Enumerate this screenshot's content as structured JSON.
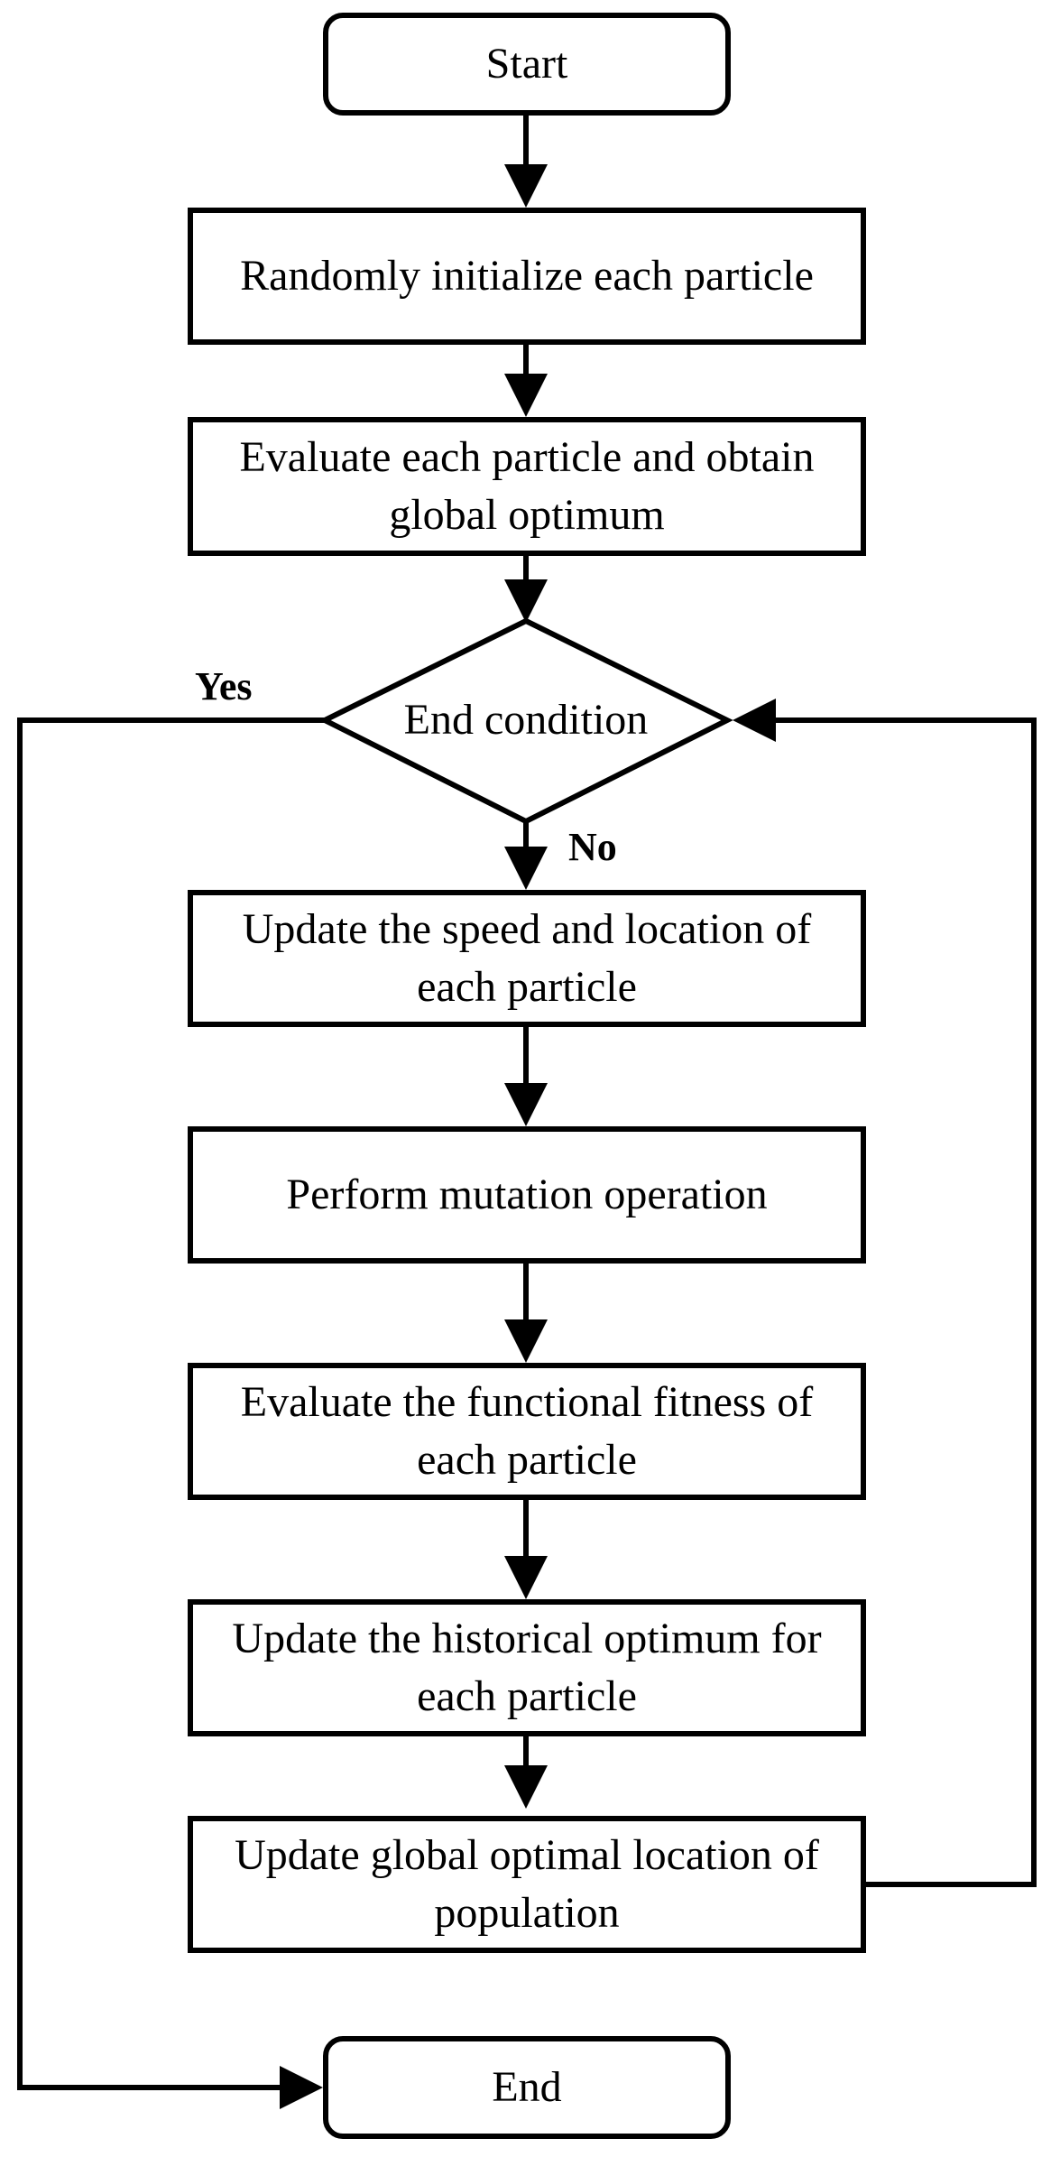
{
  "flowchart": {
    "start": "Start",
    "init": "Randomly initialize each particle",
    "evaluate": "Evaluate each particle and obtain\nglobal optimum",
    "condition": "End condition",
    "yes_label": "Yes",
    "no_label": "No",
    "update_speed": "Update the speed and location of\neach particle",
    "mutation": "Perform mutation operation",
    "fitness": "Evaluate the functional fitness of\neach particle",
    "historical": "Update the historical optimum for\neach particle",
    "global_update": "Update global optimal location of\npopulation",
    "end": "End"
  }
}
